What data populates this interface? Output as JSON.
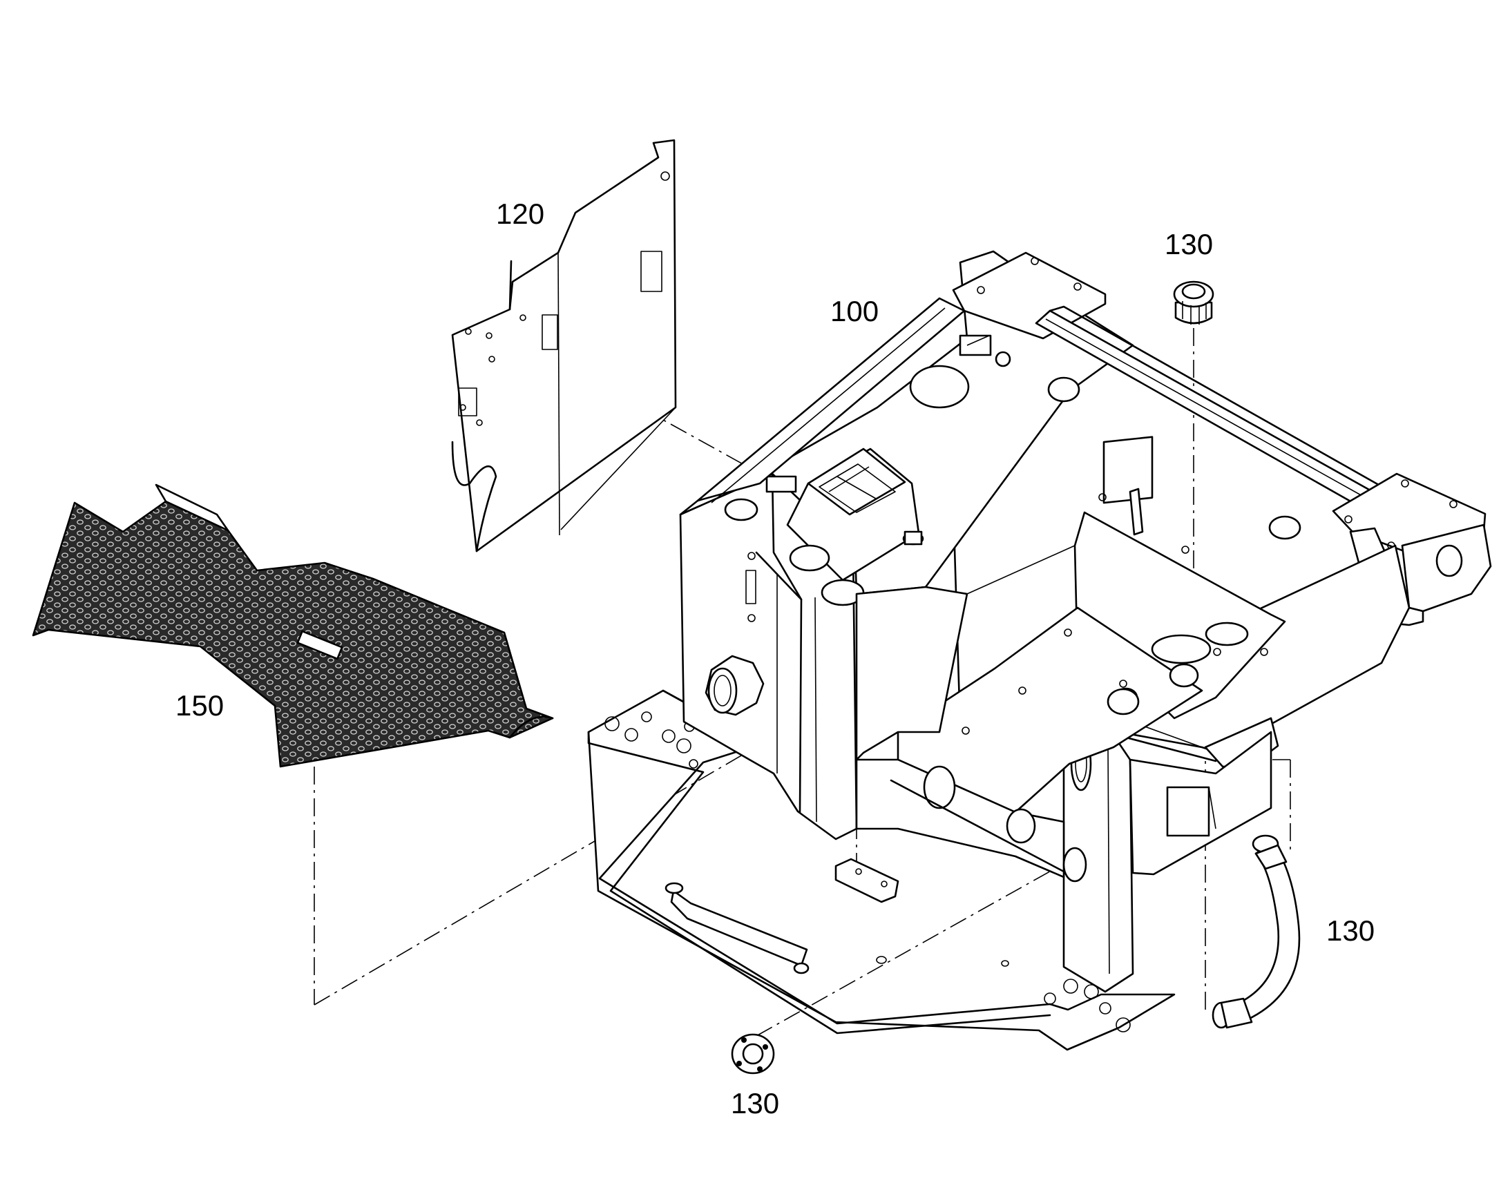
{
  "labels": {
    "frame": "100",
    "side_panel": "120",
    "cap_top": "130",
    "hose": "130",
    "cap_bottom": "130",
    "floor_mat": "150"
  },
  "colors": {
    "line": "#000000",
    "background": "#ffffff"
  }
}
